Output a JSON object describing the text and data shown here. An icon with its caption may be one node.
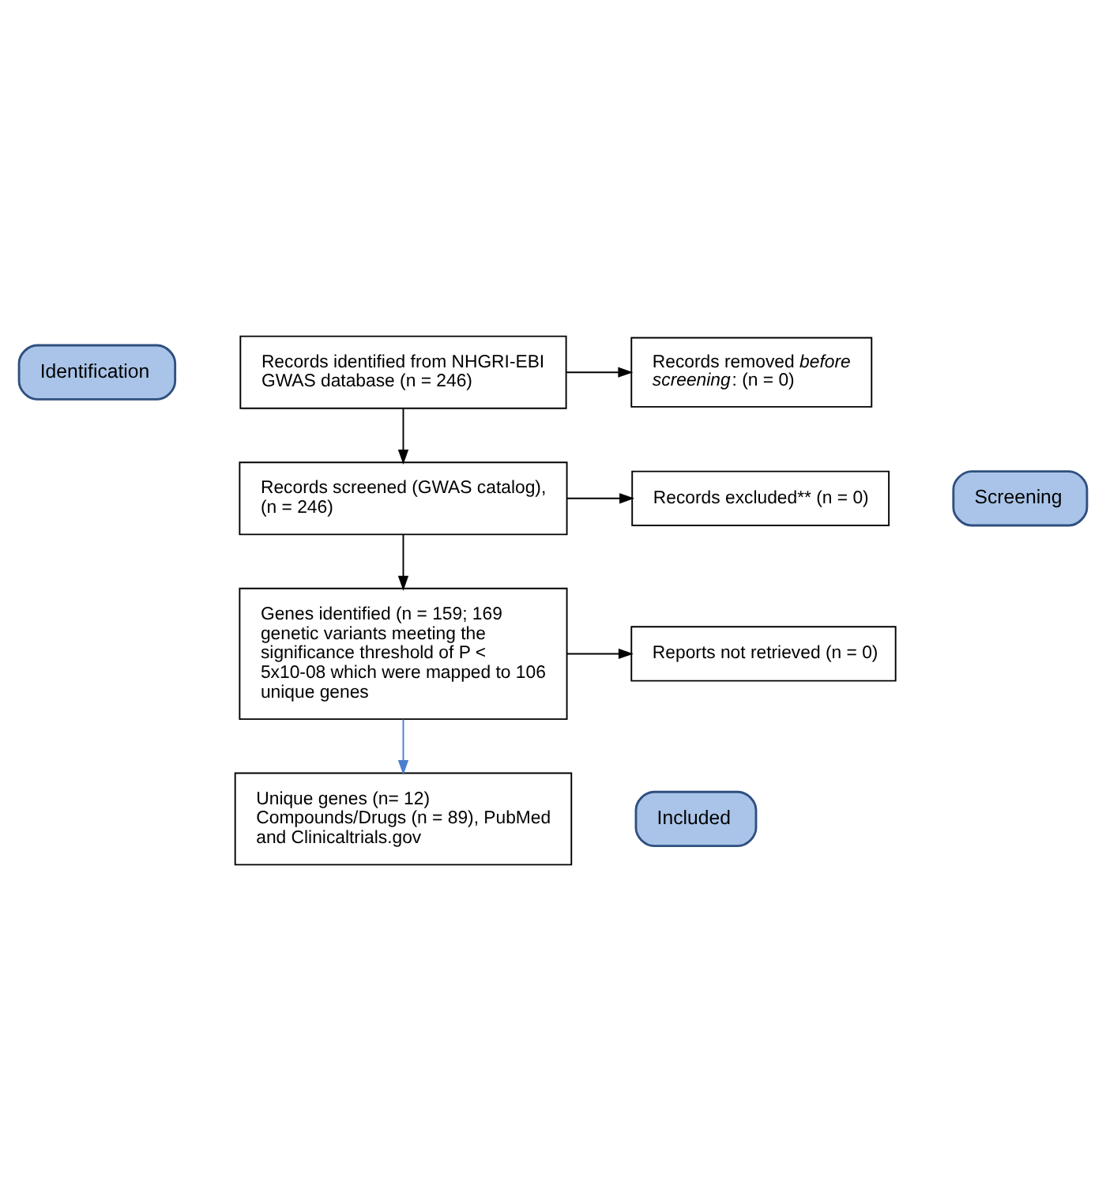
{
  "diagram": {
    "nodes": [
      {
        "text": [
          "Identification"
        ]
      },
      {
        "text": [
          "Records identified from NHGRI-EBI GWAS database (n = 246)"
        ]
      },
      {
        "text": [
          "Records removed *before screening*: (n = 0)"
        ]
      },
      {
        "text": [
          "Screening"
        ]
      },
      {
        "text": [
          "Records screened (GWAS catalog), (n = 246)"
        ]
      },
      {
        "text": [
          "Records excluded** (n = 0)"
        ]
      },
      {
        "text": [
          "Genes identified (n = 159; 169 genetic variants meeting the significance threshold of P < 5x10-08 which were mapped to 106 unique genes"
        ]
      },
      {
        "text": [
          "Reports not retrieved (n = 0)"
        ]
      },
      {
        "text": [
          "Included"
        ]
      },
      {
        "text": [
          "Unique genes (n= 12) Compounds/Drugs (n = 89), PubMed and Clinicaltrials.gov"
        ]
      }
    ],
    "edges": [
      {
        "from": 1,
        "to": 2,
        "arrow": "to"
      },
      {
        "from": 1,
        "to": 4,
        "arrow": "to"
      },
      {
        "from": 4,
        "to": 5,
        "arrow": "to"
      },
      {
        "from": 4,
        "to": 6,
        "arrow": "to"
      },
      {
        "from": 6,
        "to": 7,
        "arrow": "to"
      },
      {
        "from": 6,
        "to": 9,
        "arrow": "to",
        "color": "#4a7fd0"
      }
    ]
  }
}
